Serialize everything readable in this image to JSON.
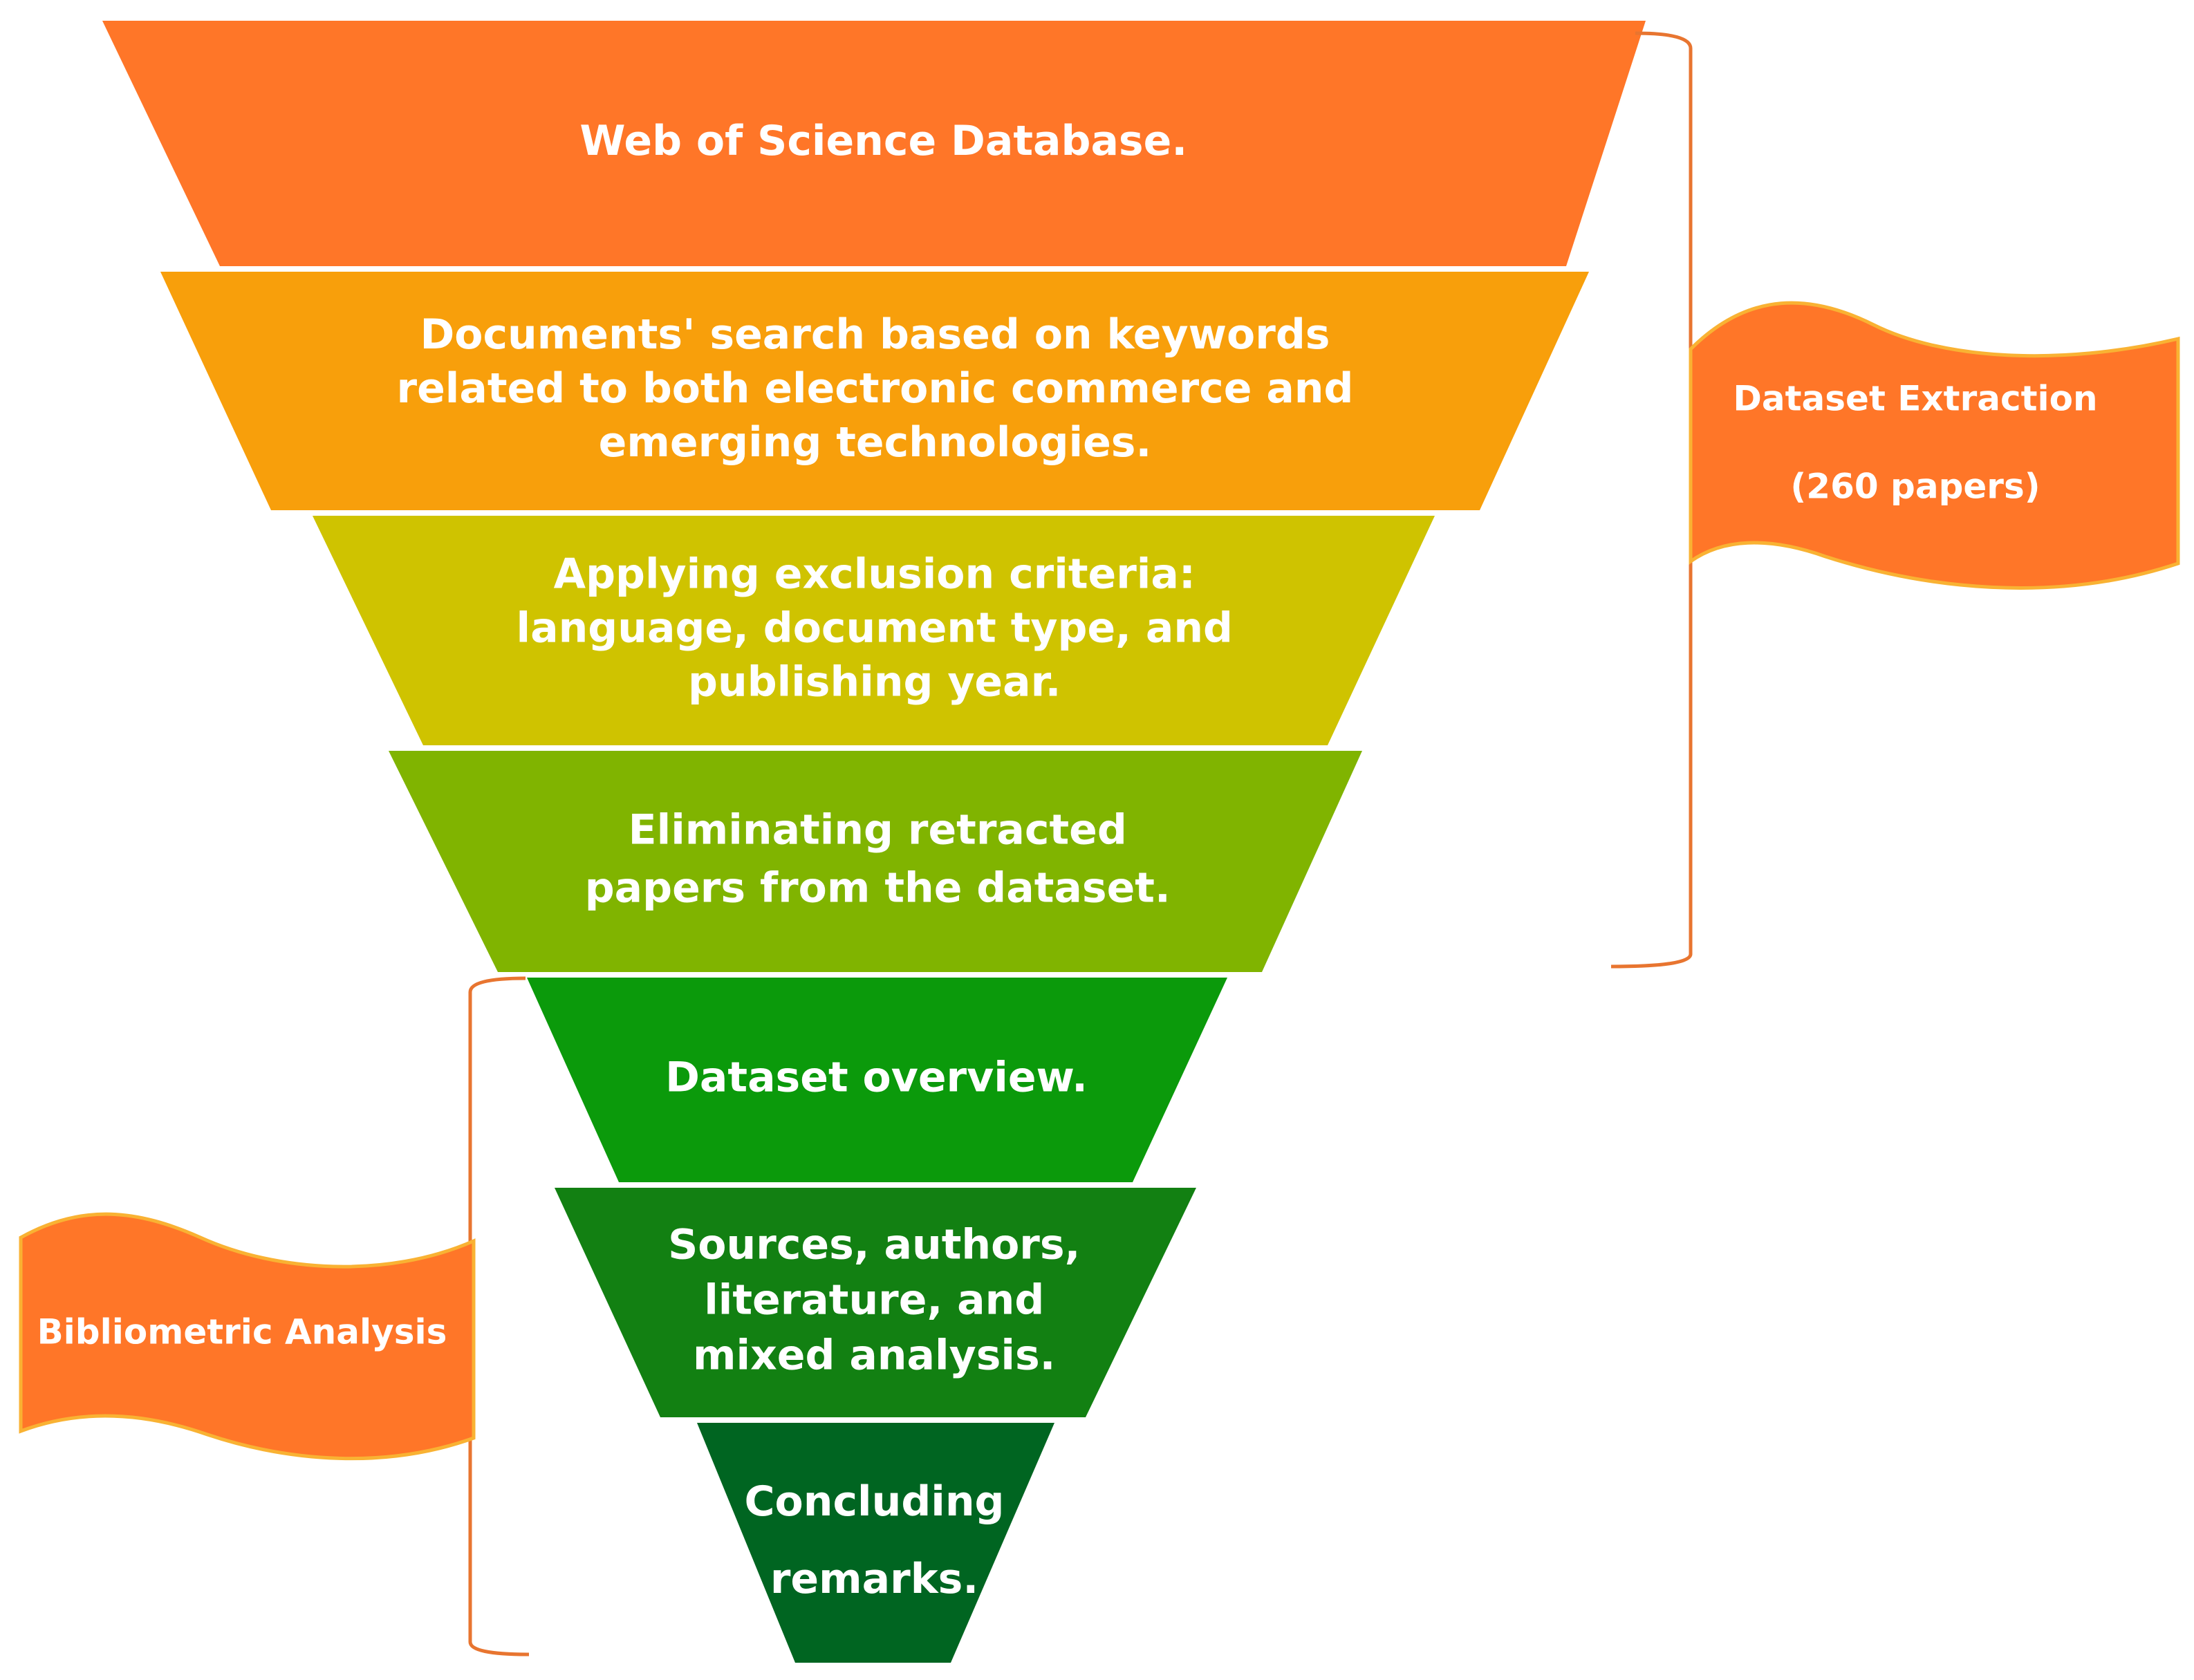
{
  "funnel": {
    "stages": [
      {
        "lines": [
          "Web of Science Database."
        ],
        "color": "#FF7628"
      },
      {
        "lines": [
          "Documents' search based on keywords",
          "related to both electronic commerce and",
          "emerging technologies."
        ],
        "color": "#F89F0B"
      },
      {
        "lines": [
          "Applying exclusion criteria:",
          "language, document type, and",
          "publishing year."
        ],
        "color": "#CFC300"
      },
      {
        "lines": [
          "Eliminating retracted",
          "papers from the dataset."
        ],
        "color": "#80B400"
      },
      {
        "lines": [
          "Dataset overview."
        ],
        "color": "#0B9A0B"
      },
      {
        "lines": [
          "Sources, authors,",
          "literature, and",
          "mixed analysis."
        ],
        "color": "#128012"
      },
      {
        "lines": [
          "Concluding",
          "remarks."
        ],
        "color": "#006521"
      }
    ]
  },
  "flags": {
    "dataset_extraction": {
      "lines": [
        "Dataset Extraction",
        "(260 papers)"
      ],
      "color": "#FF7628",
      "border": "#F9B233"
    },
    "bibliometric_analysis": {
      "lines": [
        "Bibliometric Analysis"
      ],
      "color": "#FF7628",
      "border": "#F9B233"
    }
  },
  "bracket_color": "#E87530"
}
